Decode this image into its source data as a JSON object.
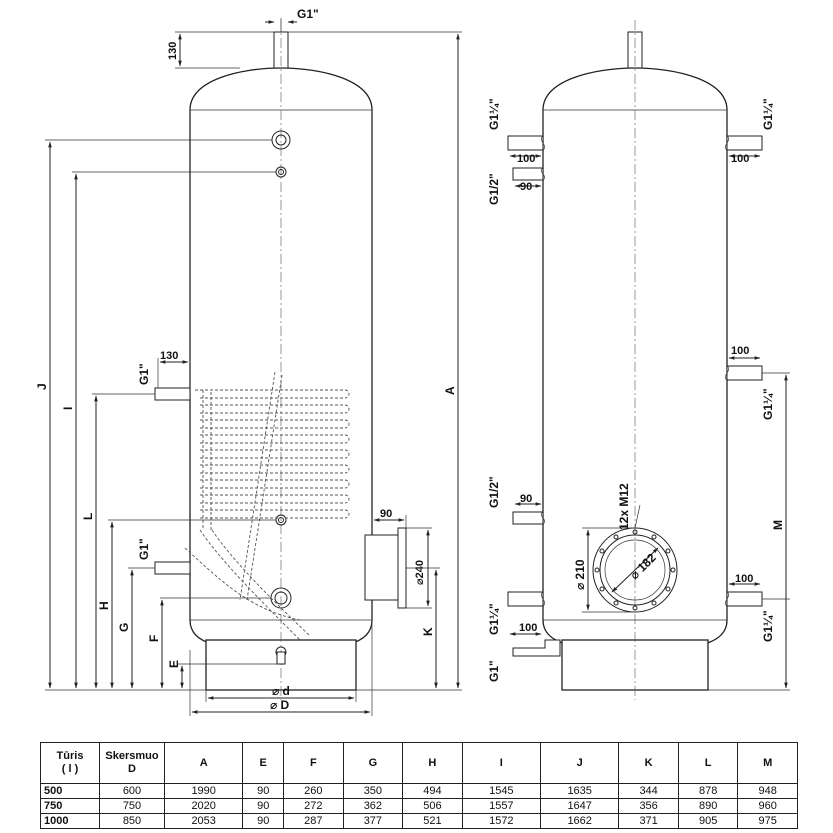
{
  "labels": {
    "top_connection": "G1\"",
    "top_length": "130",
    "J": "J",
    "I": "I",
    "L": "L",
    "A": "A",
    "H": "H",
    "G": "G",
    "F": "F",
    "E": "E",
    "K": "K",
    "M": "M",
    "left_coil_in_size": "G1\"",
    "left_coil_in_len": "130",
    "left_coil_out_size": "G1\"",
    "flange_len": "90",
    "flange_dia": "⌀240",
    "bottom_size": "G1\"",
    "d_small": "⌀ d",
    "d_big": "⌀ D",
    "r_left_top": "G1¼\"",
    "r_left_top_len": "100",
    "r_left_second": "G1/2\"",
    "r_left_second_len": "90",
    "r_right_top": "G1¼\"",
    "r_right_top_len": "100",
    "r_right_mid_len": "100",
    "r_right_mid_size": "G1¼\"",
    "r_left_lower": "G1/2\"",
    "r_left_lower_len": "90",
    "bolts": "12x M12",
    "flange_210": "⌀ 210",
    "flange_182": "⌀ 182",
    "r_left_bottom": "G1¼\"",
    "r_left_bottom_len": "100",
    "r_right_bottom_len": "100",
    "r_right_bottom_size": "G1¼\"",
    "r_bottom_left_size": "G1\""
  },
  "table": {
    "header": {
      "turis": "Tūris",
      "unit": "( l )",
      "skersmuo": "Skersmuo",
      "skersmuo_D": "D",
      "cols": [
        "A",
        "E",
        "F",
        "G",
        "H",
        "I",
        "J",
        "K",
        "L",
        "M"
      ]
    },
    "rows": [
      {
        "volume": "500",
        "D": "600",
        "values": [
          "1990",
          "90",
          "260",
          "350",
          "494",
          "1545",
          "1635",
          "344",
          "878",
          "948"
        ]
      },
      {
        "volume": "750",
        "D": "750",
        "values": [
          "2020",
          "90",
          "272",
          "362",
          "506",
          "1557",
          "1647",
          "356",
          "890",
          "960"
        ]
      },
      {
        "volume": "1000",
        "D": "850",
        "values": [
          "2053",
          "90",
          "287",
          "377",
          "521",
          "1572",
          "1662",
          "371",
          "905",
          "975"
        ]
      }
    ]
  }
}
